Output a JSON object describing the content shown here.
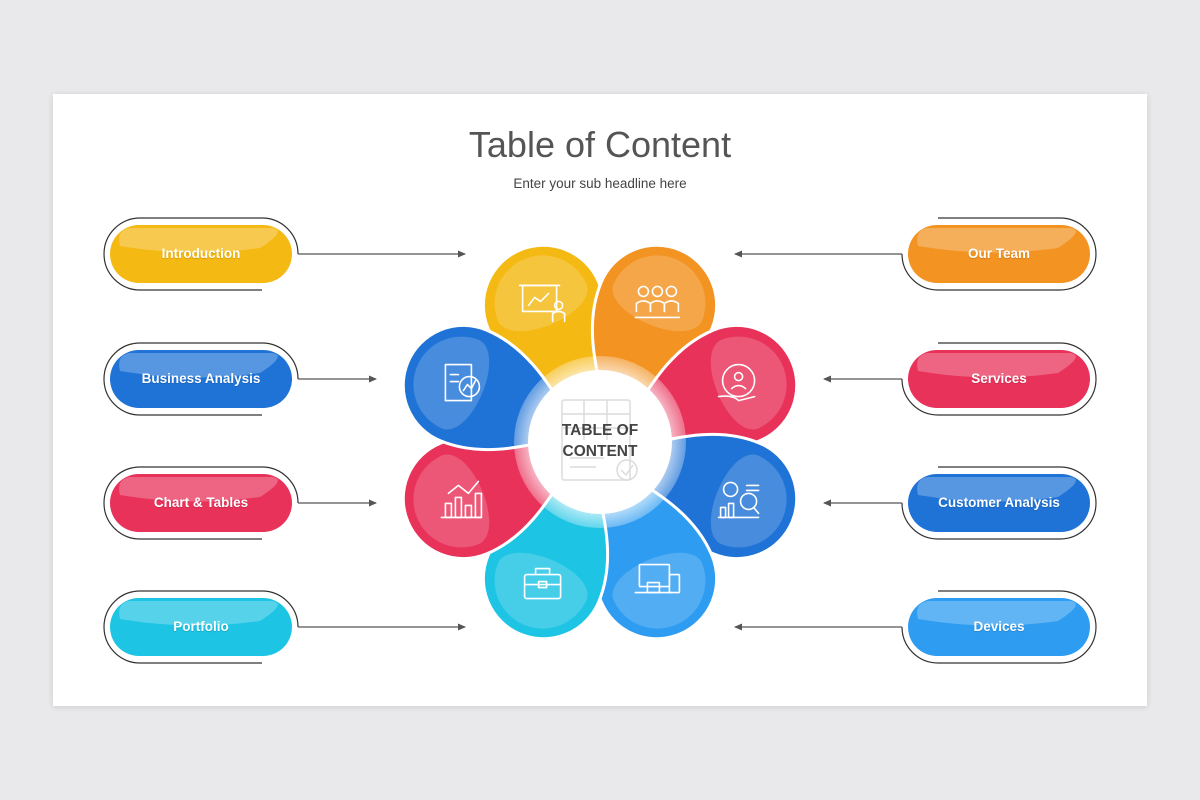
{
  "header": {
    "title": "Table of Content",
    "subtitle": "Enter your sub headline here"
  },
  "center": {
    "line1": "TABLE OF",
    "line2": "CONTENT"
  },
  "items": [
    {
      "label": "Introduction",
      "side": "left",
      "color": "#f5b914",
      "petal_icon": "presentation-icon"
    },
    {
      "label": "Business Analysis",
      "side": "left",
      "color": "#1f73d6",
      "petal_icon": "report-chart-icon"
    },
    {
      "label": "Chart & Tables",
      "side": "left",
      "color": "#e8325a",
      "petal_icon": "line-chart-icon"
    },
    {
      "label": "Portfolio",
      "side": "left",
      "color": "#1ec4e4",
      "petal_icon": "briefcase-icon"
    },
    {
      "label": "Our Team",
      "side": "right",
      "color": "#f29322",
      "petal_icon": "team-icon"
    },
    {
      "label": "Services",
      "side": "right",
      "color": "#e8325a",
      "petal_icon": "customer-service-icon"
    },
    {
      "label": "Customer Analysis",
      "side": "right",
      "color": "#1f73d6",
      "petal_icon": "customer-analysis-icon"
    },
    {
      "label": "Devices",
      "side": "right",
      "color": "#2e9cf0",
      "petal_icon": "devices-icon"
    }
  ]
}
